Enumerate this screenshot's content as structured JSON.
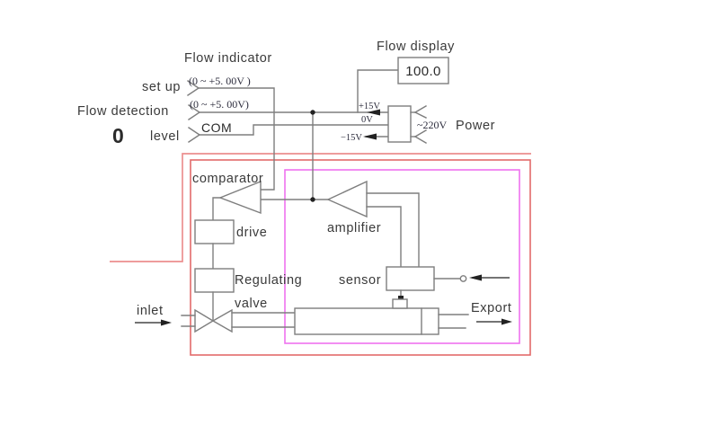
{
  "diagram": {
    "signals": {
      "flow_indicator": "Flow indicator",
      "set_up": "set up",
      "flow_detection": "Flow detection",
      "level": "level",
      "level_value": "0",
      "range_1": "(0 ~ +5. 00V )",
      "range_2": "(0 ~ +5. 00V)",
      "com": "COM"
    },
    "display": {
      "title": "Flow display",
      "value": "100.0"
    },
    "power": {
      "plus15": "+15V",
      "zero": "0V",
      "minus15": "−15V",
      "ac": "~220V",
      "label": "Power"
    },
    "blocks": {
      "comparator": "comparator",
      "drive": "drive",
      "amplifier": "amplifier",
      "sensor": "sensor",
      "regulating": "Regulating",
      "valve": "valve"
    },
    "flow": {
      "inlet": "inlet",
      "export": "Export"
    },
    "colors": {
      "circuit_line": "#7e7e7e",
      "outer_boundary_red": "#ec8f8f",
      "inner_boundary_red": "#e26a6a",
      "sensor_zone_magenta": "#ee72ee",
      "label_text": "#3a3a3a",
      "arrow_black": "#222222"
    }
  }
}
